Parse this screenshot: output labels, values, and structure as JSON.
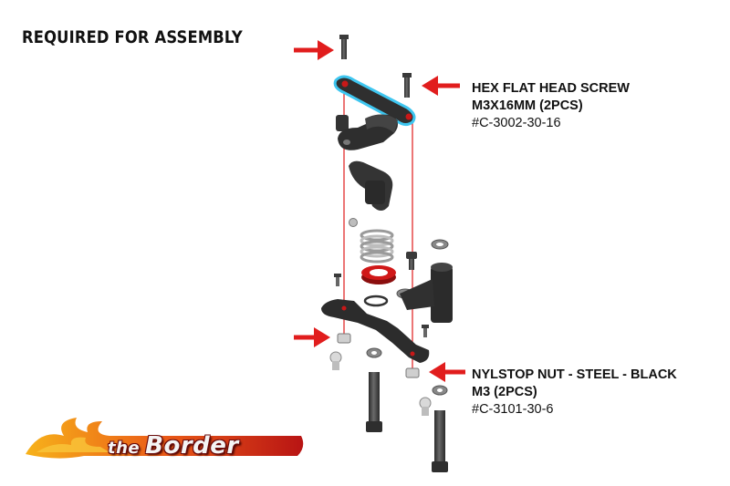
{
  "heading": "REQUIRED FOR ASSEMBLY",
  "callouts": {
    "screw": {
      "line1": "HEX FLAT HEAD SCREW",
      "line2": "M3X16MM (2PCS)",
      "line3": "#C-3002-30-16"
    },
    "nut": {
      "line1": "NYLSTOP NUT - STEEL - BLACK",
      "line2": "M3  (2PCS)",
      "line3": "#C-3101-30-6"
    }
  },
  "logo": {
    "the": "the",
    "name": "Border"
  },
  "colors": {
    "arrow": "#e11d1d",
    "guide_line": "#e01b1b",
    "part_dark": "#2e2e2e",
    "highlight": "#3ec6f0",
    "red_part": "#d01818",
    "logo_flame": "#e8641a"
  }
}
